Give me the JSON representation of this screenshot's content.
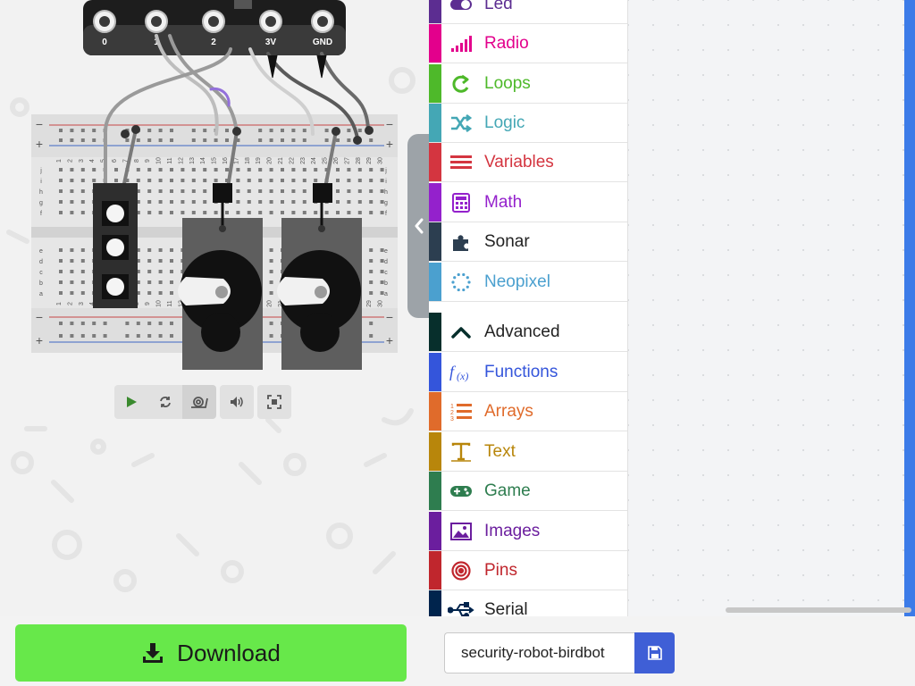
{
  "board": {
    "pins": [
      "0",
      "1",
      "2",
      "3V",
      "GND"
    ]
  },
  "breadboard": {
    "top_numbers": [
      "1",
      "2",
      "3",
      "4",
      "5",
      "6",
      "7",
      "8",
      "9",
      "10",
      "11",
      "12",
      "13",
      "14",
      "15",
      "16",
      "17",
      "18",
      "19",
      "20",
      "21",
      "22",
      "23",
      "24",
      "25",
      "26",
      "27",
      "28",
      "29",
      "30"
    ],
    "top_letters": [
      "j",
      "i",
      "h",
      "g",
      "f"
    ],
    "bottom_letters": [
      "e",
      "d",
      "c",
      "b",
      "a"
    ],
    "rail_plus": "+",
    "rail_minus": "−"
  },
  "sim_toolbar": {
    "play": "play-icon",
    "restart": "restart-icon",
    "slowmo": "snail-icon",
    "mute": "speaker-icon",
    "fullscreen": "fullscreen-icon"
  },
  "toolbox": {
    "categories": [
      {
        "label": "Led",
        "color": "#5c2d91",
        "icon": "toggle-icon"
      },
      {
        "label": "Radio",
        "color": "#e3008c",
        "icon": "signal-bars-icon"
      },
      {
        "label": "Loops",
        "color": "#4eb92a",
        "icon": "loop-arrow-icon"
      },
      {
        "label": "Logic",
        "color": "#44a7b5",
        "icon": "shuffle-icon"
      },
      {
        "label": "Variables",
        "color": "#d43540",
        "icon": "list-lines-icon"
      },
      {
        "label": "Math",
        "color": "#9421cc",
        "icon": "calculator-icon"
      },
      {
        "label": "Sonar",
        "color": "#2c3e50",
        "icon": "puzzle-piece-icon"
      },
      {
        "label": "Neopixel",
        "color": "#4ba0cf",
        "icon": "dotted-circle-icon"
      },
      {
        "label": "Advanced",
        "color": "#072f2c",
        "icon": "chevron-up-icon"
      },
      {
        "label": "Functions",
        "color": "#3455db",
        "icon": "function-icon"
      },
      {
        "label": "Arrays",
        "color": "#e06b2b",
        "icon": "numbered-list-icon"
      },
      {
        "label": "Text",
        "color": "#b8860b",
        "icon": "text-cursor-icon"
      },
      {
        "label": "Game",
        "color": "#2e7d4f",
        "icon": "gamepad-icon"
      },
      {
        "label": "Images",
        "color": "#6b1e9e",
        "icon": "picture-icon"
      },
      {
        "label": "Pins",
        "color": "#c0262d",
        "icon": "target-icon"
      },
      {
        "label": "Serial",
        "color": "#00244d",
        "icon": "usb-icon"
      }
    ]
  },
  "bottom": {
    "download_label": "Download",
    "project_name": "security-robot-birdbot",
    "save_icon": "floppy-disk-icon"
  }
}
